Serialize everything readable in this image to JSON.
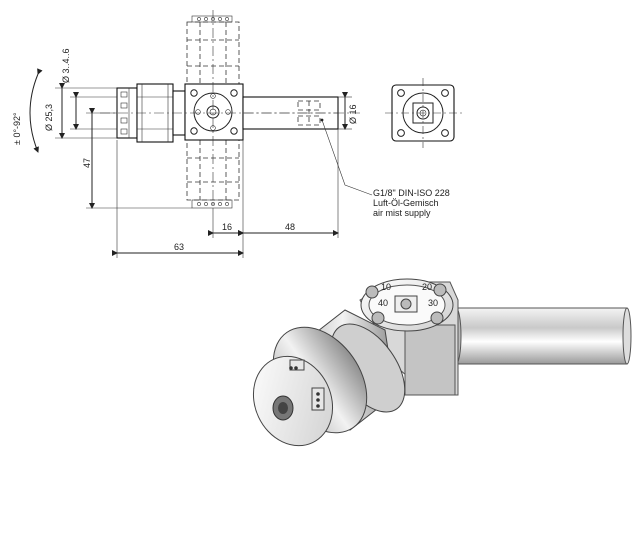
{
  "dimensions": {
    "angle": "± 0°-92°",
    "dia_range": "Ø 3..4..6",
    "dia_body": "Ø 25,3",
    "height": "47",
    "dia_shaft": "Ø 16",
    "len_16": "16",
    "len_48": "48",
    "len_63": "63"
  },
  "note": {
    "line1": "G1/8\" DIN-ISO 228",
    "line2": "Luft-Öl-Gemisch",
    "line3": "air mist supply"
  },
  "dial_labels": [
    "10",
    "20",
    "30",
    "40"
  ]
}
